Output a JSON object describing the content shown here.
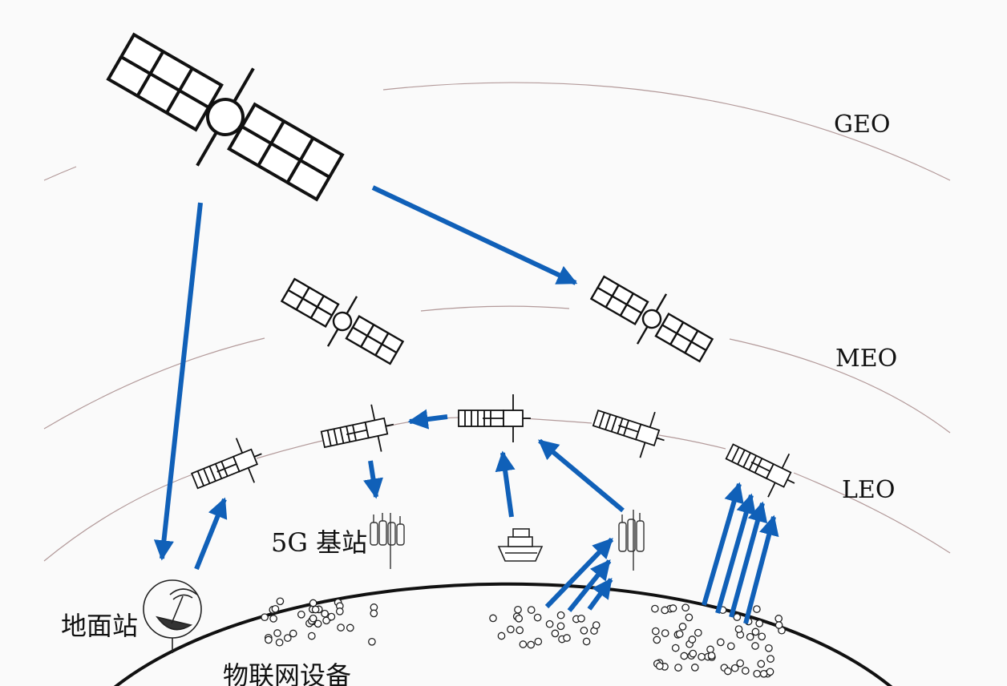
{
  "orbits": {
    "geo": "GEO",
    "meo": "MEO",
    "leo": "LEO"
  },
  "ground": {
    "base_station": "5G 基站",
    "ground_station": "地面站",
    "iot_devices": "物联网设备"
  },
  "colors": {
    "arrow": "#1060b8",
    "line": "#111111",
    "orbit_line": "#b39a9a"
  }
}
